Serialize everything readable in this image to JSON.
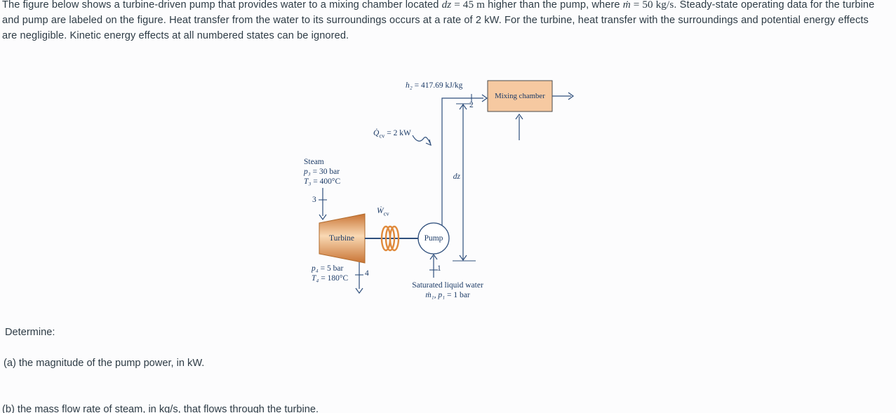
{
  "problem": {
    "intro": {
      "seg1": "The figure below shows a turbine-driven pump that provides water to a mixing chamber located ",
      "math1_var": "dz",
      "math1_rest": " = 45 m",
      "seg2": " higher than the pump, where ",
      "math2_var": "ṁ",
      "math2_rest": " = 50 kg/s",
      "seg3": ". Steady-state operating data for the turbine and pump are labeled on the figure. Heat transfer from the water to its surroundings occurs at a rate of 2 kW. For the turbine, heat transfer with the surroundings and potential energy effects are negligible. Kinetic energy effects at all numbered states can be ignored."
    },
    "determine": "Determine:",
    "part_a": "(a) the magnitude of the pump power, in kW.",
    "part_b": "(b) the mass flow rate of steam, in kg/s, that flows through the turbine."
  },
  "figure": {
    "h2": {
      "var": "h₂",
      "rest": " = 417.69 kJ/kg"
    },
    "mixing_chamber": "Mixing chamber",
    "qcv": {
      "pre": "Q̇",
      "sub": "cv",
      "rest": " = 2 kW"
    },
    "steam": "Steam",
    "p3": {
      "var": "p₃",
      "rest": " = 30 bar"
    },
    "t3": {
      "var": "T₃",
      "rest": " = 400°C"
    },
    "state1": "1",
    "state2": "2",
    "state3": "3",
    "state4": "4",
    "dz": "dz",
    "turbine": "Turbine",
    "pump": "Pump",
    "wcv": {
      "pre": "Ẇ",
      "sub": "cv",
      "rest": ""
    },
    "p4": {
      "var": "p₄",
      "rest": " = 5 bar"
    },
    "t4": {
      "var": "T₄",
      "rest": " = 180°C"
    },
    "sat_liquid": "Saturated liquid water",
    "m1": {
      "var": "ṁ₁, p₁",
      "rest": " = 1 bar"
    }
  },
  "colors": {
    "body_text": "#2d3b45",
    "diagram_text": "#1b3a66",
    "diagram_line": "#2f4f7c",
    "chamber_fill": "#f6c9a1",
    "turbine_fill_dark": "#c97434",
    "turbine_fill_light": "#f9d9b4",
    "coil": "#e08a3c",
    "background": "#fcfcfd"
  }
}
